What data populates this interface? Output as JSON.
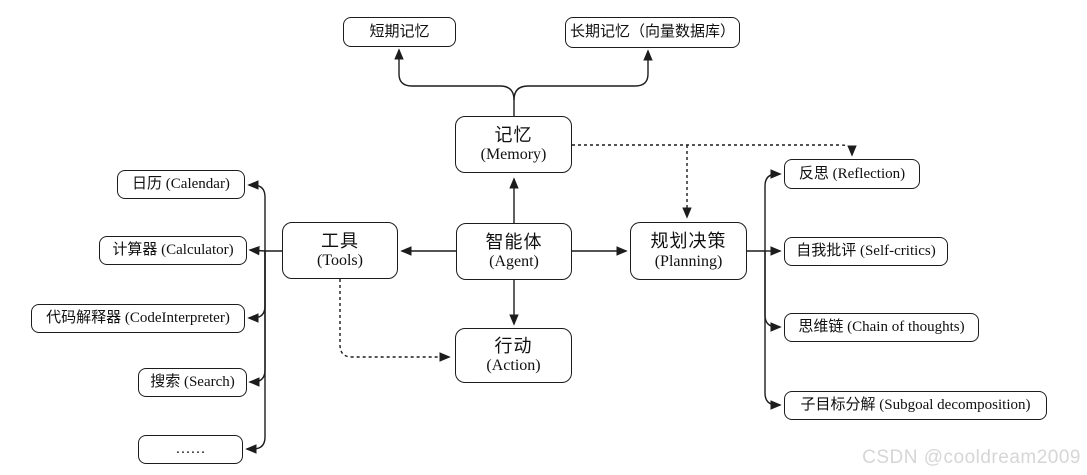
{
  "nodes": {
    "memory": {
      "zh": "记忆",
      "en": "(Memory)"
    },
    "agent": {
      "zh": "智能体",
      "en": "(Agent)"
    },
    "tools": {
      "zh": "工具",
      "en": "(Tools)"
    },
    "planning": {
      "zh": "规划决策",
      "en": "(Planning)"
    },
    "action": {
      "zh": "行动",
      "en": "(Action)"
    },
    "short_term": {
      "label": "短期记忆"
    },
    "long_term": {
      "label": "长期记忆（向量数据库）"
    },
    "calendar": {
      "label": "日历 (Calendar)"
    },
    "calculator": {
      "label": "计算器 (Calculator)"
    },
    "code_interpreter": {
      "label": "代码解释器 (CodeInterpreter)"
    },
    "search": {
      "label": "搜索 (Search)"
    },
    "more": {
      "label": "……"
    },
    "reflection": {
      "label": "反思 (Reflection)"
    },
    "self_critics": {
      "label": "自我批评 (Self-critics)"
    },
    "chain_of_thoughts": {
      "label": "思维链 (Chain of thoughts)"
    },
    "subgoal": {
      "label": "子目标分解 (Subgoal decomposition)"
    }
  },
  "edges": [
    {
      "from": "memory",
      "to": "short_term",
      "style": "solid"
    },
    {
      "from": "memory",
      "to": "long_term",
      "style": "solid"
    },
    {
      "from": "agent",
      "to": "memory",
      "style": "solid"
    },
    {
      "from": "agent",
      "to": "tools",
      "style": "solid"
    },
    {
      "from": "agent",
      "to": "planning",
      "style": "solid"
    },
    {
      "from": "agent",
      "to": "action",
      "style": "solid"
    },
    {
      "from": "tools",
      "to": "calendar",
      "style": "solid"
    },
    {
      "from": "tools",
      "to": "calculator",
      "style": "solid"
    },
    {
      "from": "tools",
      "to": "code_interpreter",
      "style": "solid"
    },
    {
      "from": "tools",
      "to": "search",
      "style": "solid"
    },
    {
      "from": "tools",
      "to": "more",
      "style": "solid"
    },
    {
      "from": "planning",
      "to": "reflection",
      "style": "solid"
    },
    {
      "from": "planning",
      "to": "self_critics",
      "style": "solid"
    },
    {
      "from": "planning",
      "to": "chain_of_thoughts",
      "style": "solid"
    },
    {
      "from": "planning",
      "to": "subgoal",
      "style": "solid"
    },
    {
      "from": "memory",
      "to": "planning",
      "style": "dashed"
    },
    {
      "from": "memory",
      "to": "reflection",
      "style": "dashed"
    },
    {
      "from": "tools",
      "to": "action",
      "style": "dashed"
    }
  ],
  "watermark": "CSDN @cooldream2009",
  "colors": {
    "line": "#1c1c1c",
    "box_border": "#1c1c1c",
    "box_fill": "#ffffff",
    "background": "#ffffff",
    "watermark": "#d6d6d6"
  }
}
